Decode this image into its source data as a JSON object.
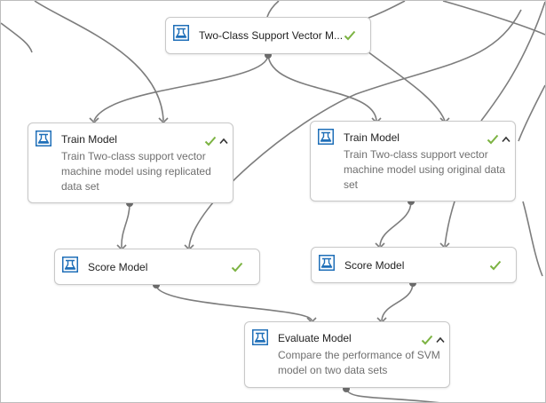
{
  "canvas": {
    "colors": {
      "wire": "#7d7d7d",
      "port": "#6e6e6e",
      "icon": "#1f6fb8",
      "check": "#7cb342",
      "border": "#c8c8c8"
    }
  },
  "modules": {
    "svm": {
      "title": "Two-Class Support Vector M...",
      "icon": "module-icon",
      "status": "completed"
    },
    "train1": {
      "title": "Train Model",
      "description": "Train Two-class support vector machine model using replicated data set",
      "icon": "module-icon",
      "status": "completed",
      "expanded": true
    },
    "train2": {
      "title": "Train Model",
      "description": "Train Two-class support vector machine model using original data set",
      "icon": "module-icon",
      "status": "completed",
      "expanded": true
    },
    "score1": {
      "title": "Score Model",
      "icon": "module-icon",
      "status": "completed"
    },
    "score2": {
      "title": "Score Model",
      "icon": "module-icon",
      "status": "completed"
    },
    "evaluate": {
      "title": "Evaluate Model",
      "description": "Compare the performance of SVM model on two data sets",
      "icon": "module-icon",
      "status": "completed",
      "expanded": true
    }
  }
}
